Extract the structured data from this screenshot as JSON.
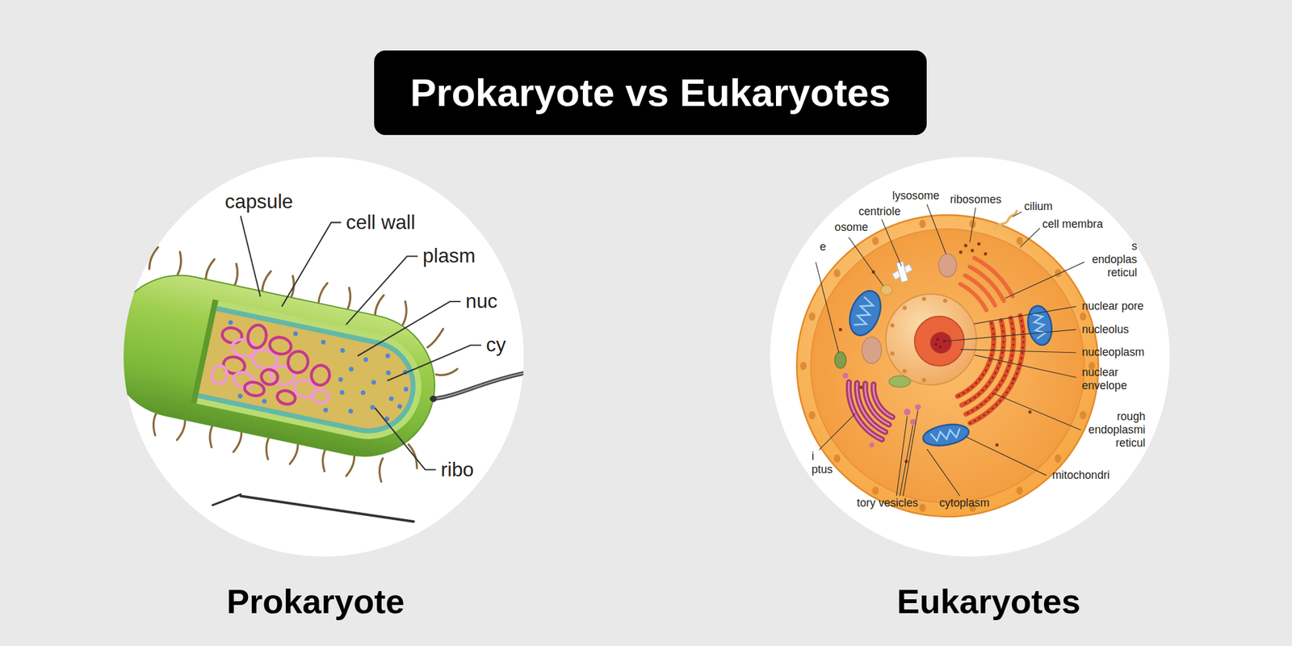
{
  "diagram": {
    "title": "Prokaryote vs Eukaryotes",
    "nodes": [
      {
        "text": [
          "Prokaryote"
        ]
      },
      {
        "text": [
          "Eukaryotes"
        ]
      }
    ],
    "labels": [
      "capsule",
      "cell wall",
      "plasm",
      "nuc",
      "cy",
      "ribo",
      "lysosome",
      "ribosomes",
      "cilium",
      "centriole",
      "osome",
      "cell membra",
      "e",
      "s endoplas reticul",
      "nuclear pore",
      "nucleolus",
      "nucleoplasm",
      "nuclear envelope",
      "rough endoplasmi reticul",
      "i ptus",
      "mitochondri",
      "tory vesicles",
      "cytoplasm"
    ]
  }
}
